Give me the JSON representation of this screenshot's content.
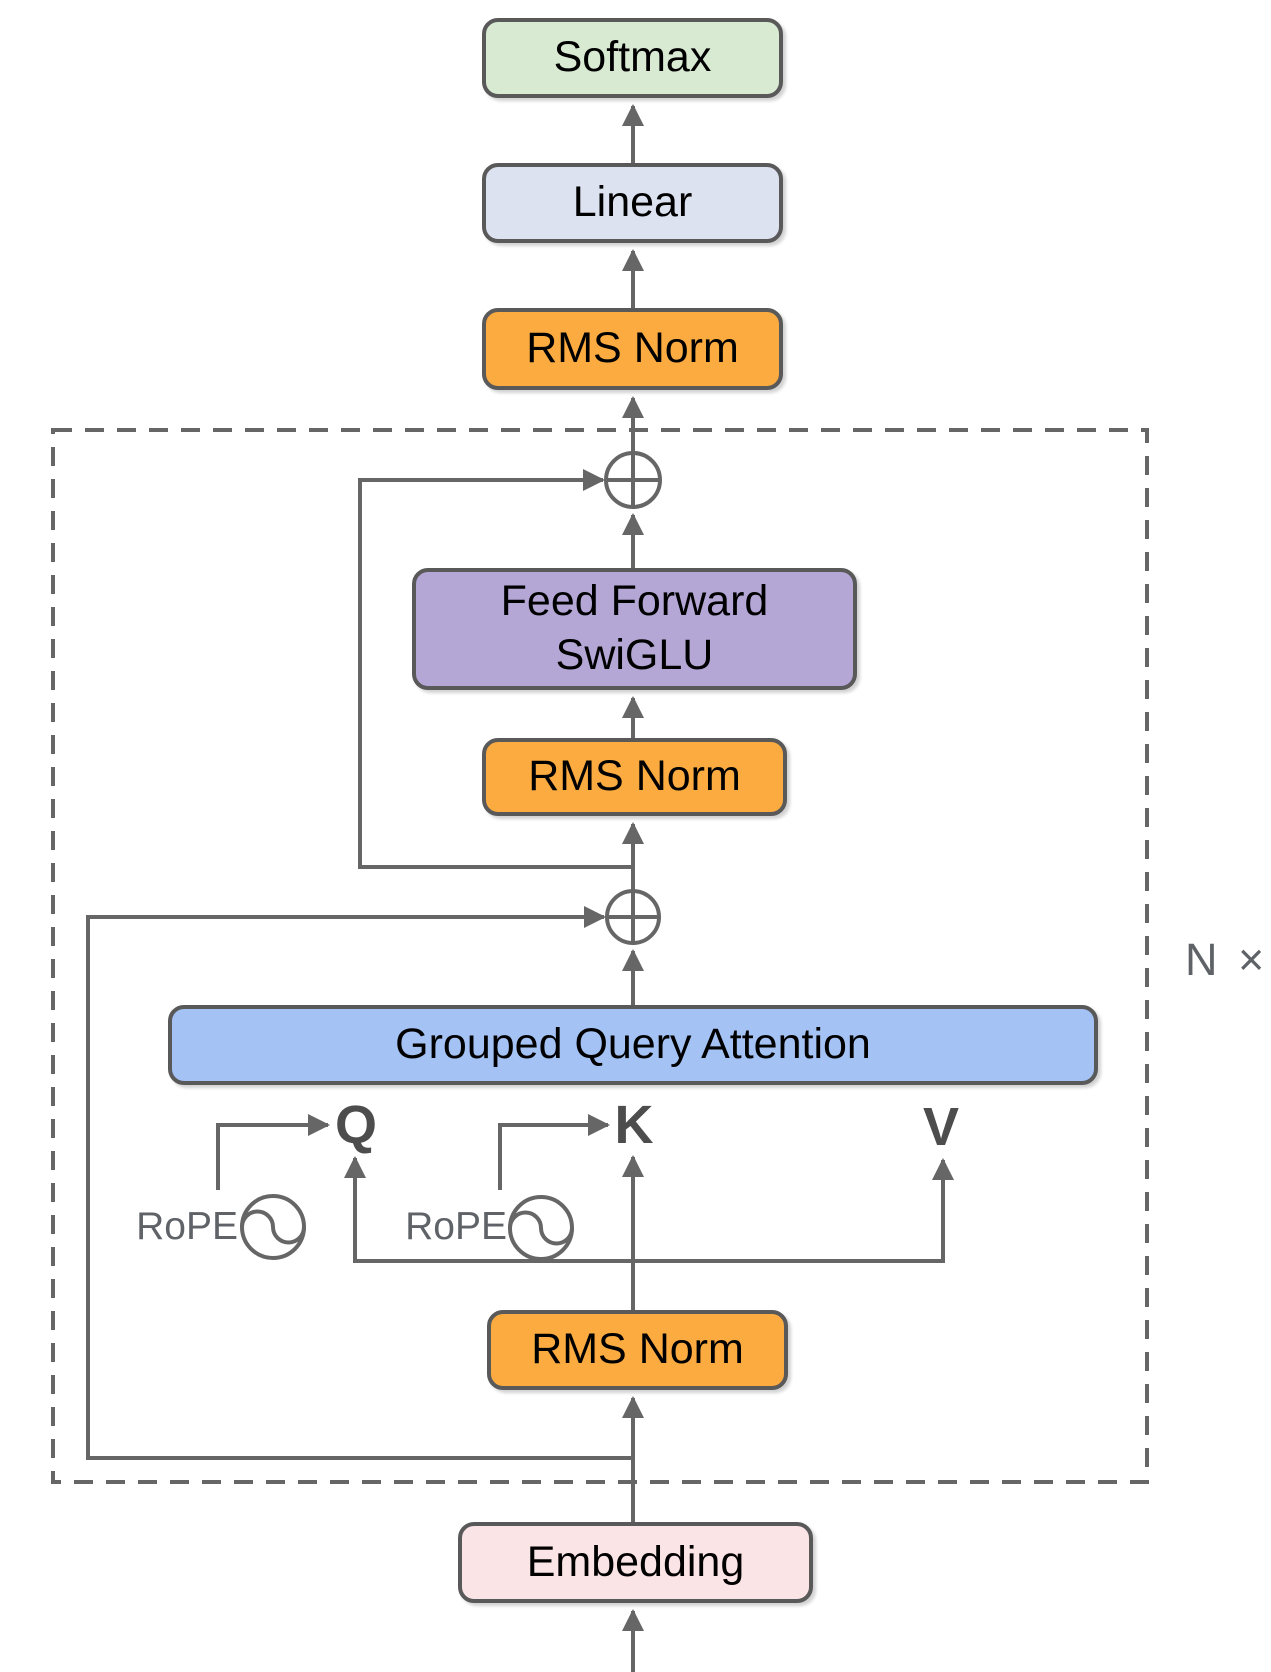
{
  "diagram": {
    "blocks": {
      "softmax": {
        "label": "Softmax",
        "fill": "#d9ead3"
      },
      "linear": {
        "label": "Linear",
        "fill": "#dde2f1"
      },
      "rms_norm_top": {
        "label": "RMS Norm",
        "fill": "#fbab40"
      },
      "feed_forward": {
        "label_line1": "Feed Forward",
        "label_line2": "SwiGLU",
        "fill": "#b4a7d6"
      },
      "rms_norm_mid": {
        "label": "RMS Norm",
        "fill": "#fbab40"
      },
      "grouped_query_attention": {
        "label": "Grouped Query Attention",
        "fill": "#a4c2f4"
      },
      "rms_norm_bottom": {
        "label": "RMS Norm",
        "fill": "#fbab40"
      },
      "embedding": {
        "label": "Embedding",
        "fill": "#fbe4e6"
      }
    },
    "labels": {
      "query": "Q",
      "key": "K",
      "value": "V",
      "rope_query": "RoPE",
      "rope_key": "RoPE",
      "repeat_multiplier": "N ×"
    },
    "icons": {
      "residual_add": "plus-circle",
      "rope": "sine-wave-circle"
    },
    "palette": {
      "line": "#666666",
      "border": "#595959",
      "box_text": "#000000",
      "qkv_text": "#4d4d4d",
      "muted_text": "#5f6368",
      "background": "#ffffff"
    }
  }
}
